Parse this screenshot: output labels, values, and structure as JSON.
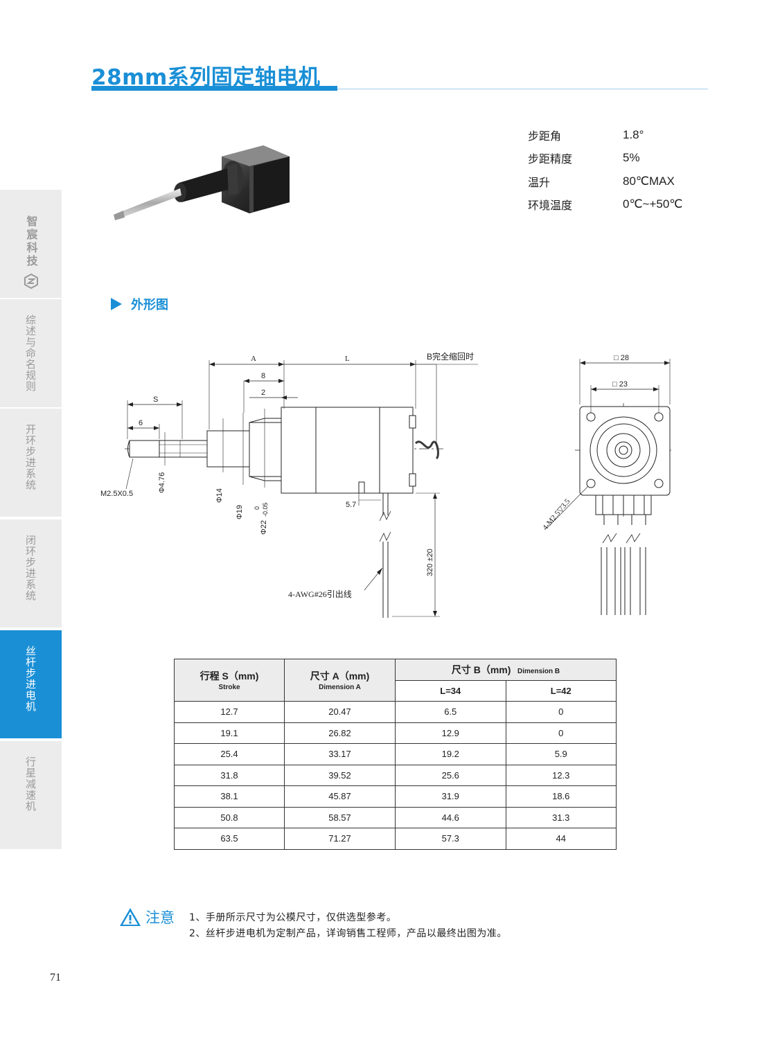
{
  "title": "28mm系列固定轴电机",
  "sidebar": {
    "brand": "智宸科技",
    "items": [
      {
        "label": "综述与命名规则"
      },
      {
        "label": "开环步进系统"
      },
      {
        "label": "闭环步进系统"
      },
      {
        "label": "丝杆步进电机",
        "active": true
      },
      {
        "label": "行星减速机"
      }
    ]
  },
  "specs": [
    {
      "label": "步距角",
      "value": "1.8°"
    },
    {
      "label": "步距精度",
      "value": "5%"
    },
    {
      "label": "温升",
      "value": "80℃MAX"
    },
    {
      "label": "环境温度",
      "value": "0℃~+50℃"
    }
  ],
  "section_title": "外形图",
  "drawing_labels": {
    "a": "A",
    "l": "L",
    "b_note": "B完全缩回时",
    "d8": "8",
    "d2": "2",
    "s": "S",
    "d6": "6",
    "thread": "M2.5X0.5",
    "phi476": "Φ4.76",
    "phi14": "Φ14",
    "phi19": "Φ19",
    "phi22": "Φ22",
    "tol_top": "0",
    "tol_bottom": "-0.05",
    "d57": "5.7",
    "lead_len": "320 ±20",
    "wire": "4-AWG#26引出线",
    "sq28": "□ 28",
    "sq23": "□ 23",
    "holes": "4-M2.5▽3.5"
  },
  "table": {
    "headers": {
      "stroke": "行程 S（mm)",
      "stroke_en": "Stroke",
      "dim_a": "尺寸 A（mm)",
      "dim_a_en": "Dimension A",
      "dim_b": "尺寸 B（mm)",
      "dim_b_en": "Dimension B",
      "l34": "L=34",
      "l42": "L=42"
    },
    "rows": [
      [
        "12.7",
        "20.47",
        "6.5",
        "0"
      ],
      [
        "19.1",
        "26.82",
        "12.9",
        "0"
      ],
      [
        "25.4",
        "33.17",
        "19.2",
        "5.9"
      ],
      [
        "31.8",
        "39.52",
        "25.6",
        "12.3"
      ],
      [
        "38.1",
        "45.87",
        "31.9",
        "18.6"
      ],
      [
        "50.8",
        "58.57",
        "44.6",
        "31.3"
      ],
      [
        "63.5",
        "71.27",
        "57.3",
        "44"
      ]
    ]
  },
  "notes": {
    "title": "注意",
    "lines": [
      "1、手册所示尺寸为公模尺寸，仅供选型参考。",
      "2、丝杆步进电机为定制产品，详询销售工程师，产品以最终出图为准。"
    ]
  },
  "page_number": "71",
  "colors": {
    "accent": "#1a8fd6",
    "sidebar_bg": "#ececec",
    "table_header_bg": "#ececec"
  }
}
